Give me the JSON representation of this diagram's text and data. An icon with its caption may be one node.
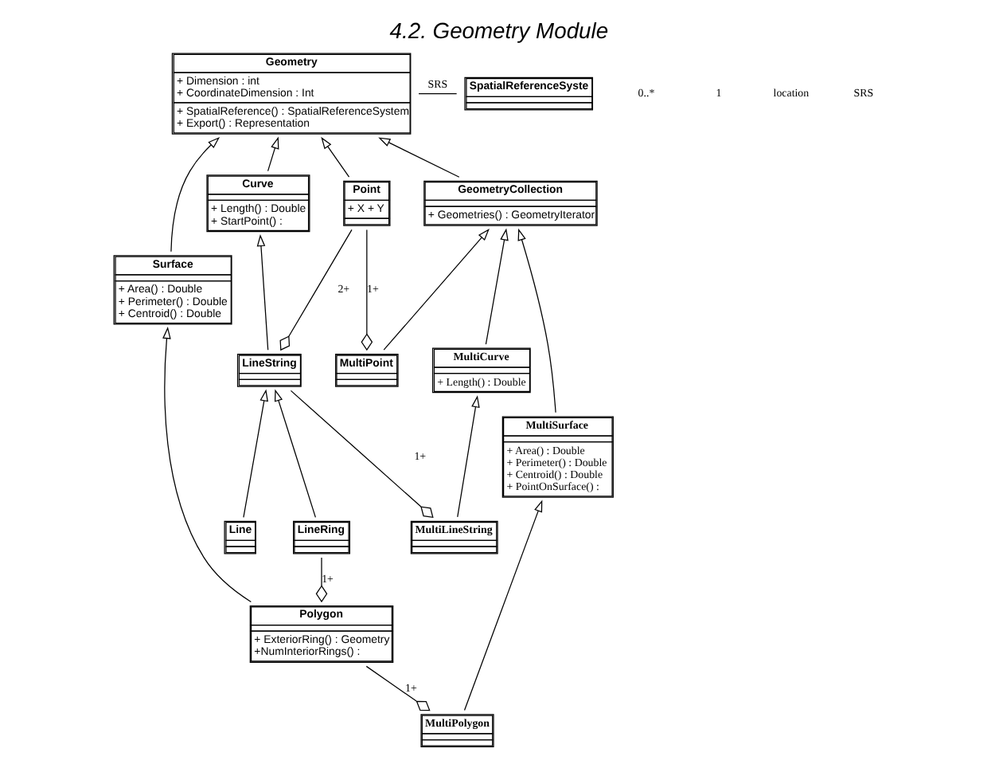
{
  "diagram": {
    "title": "4.2. Geometry Module",
    "nodes": [
      {
        "text": [
          "Geometry",
          "+ Dimension : int",
          "+ CoordinateDimension : Int",
          "+ SpatialReference() : SpatialReferenceSystem",
          "+ Export() : Representation"
        ]
      },
      {
        "text": [
          "SpatialReferenceSyste"
        ]
      },
      {
        "text": [
          "Point",
          "+ X + Y"
        ]
      },
      {
        "text": [
          "Curve",
          "+ Length() : Double",
          "+ StartPoint() :"
        ]
      },
      {
        "text": [
          "Surface",
          "+ Area() : Double",
          "+ Perimeter() : Double",
          "+ Centroid() : Double"
        ]
      },
      {
        "text": [
          "GeometryCollection",
          "+ Geometries() : GeometryIterator"
        ]
      },
      {
        "text": [
          "LineString"
        ]
      },
      {
        "text": [
          "Polygon",
          "+ ExteriorRing() : Geometry",
          "+NumInteriorRings() :"
        ]
      },
      {
        "text": [
          "Line"
        ]
      },
      {
        "text": [
          "LineRing"
        ]
      },
      {
        "text": [
          "MultiSurface",
          "+ Area() : Double",
          "+ Perimeter() : Double",
          "+ Centroid() : Double",
          "+ PointOnSurface() :"
        ]
      },
      {
        "text": [
          "MultiCurve",
          "+ Length() : Double"
        ]
      },
      {
        "text": [
          "MultiPoint"
        ]
      },
      {
        "text": [
          "MultiPolygon"
        ]
      },
      {
        "text": [
          "MultiLineString"
        ]
      }
    ],
    "edges": [
      {
        "from": 0,
        "to": 1,
        "arrow": "none",
        "label": "SRS"
      },
      {
        "from": 2,
        "to": 0,
        "arrow": "to"
      },
      {
        "from": 3,
        "to": 0,
        "arrow": "to"
      },
      {
        "from": 4,
        "to": 0,
        "arrow": "to"
      },
      {
        "from": 5,
        "to": 0,
        "arrow": "to"
      },
      {
        "from": 6,
        "to": 3,
        "arrow": "to"
      },
      {
        "from": 7,
        "to": 4,
        "arrow": "to"
      },
      {
        "from": 8,
        "to": 6,
        "arrow": "to"
      },
      {
        "from": 9,
        "to": 6,
        "arrow": "to"
      },
      {
        "from": 10,
        "to": 5,
        "arrow": "to"
      },
      {
        "from": 11,
        "to": 5,
        "arrow": "to"
      },
      {
        "from": 12,
        "to": 5,
        "arrow": "to"
      },
      {
        "from": 13,
        "to": 10,
        "arrow": "to"
      },
      {
        "from": 14,
        "to": 11,
        "arrow": "to"
      },
      {
        "from": 2,
        "to": 6,
        "arrow": "other",
        "label": "2+"
      },
      {
        "from": 9,
        "to": 7,
        "arrow": "other",
        "label": "1+"
      },
      {
        "from": 7,
        "to": 13,
        "arrow": "other",
        "label": "1+"
      },
      {
        "from": 6,
        "to": 14,
        "arrow": "other",
        "label": "1+"
      },
      {
        "from": 2,
        "to": 12,
        "arrow": "other",
        "label": "1+"
      }
    ],
    "labels": [
      "0..*",
      "1",
      "location",
      "SRS"
    ]
  }
}
